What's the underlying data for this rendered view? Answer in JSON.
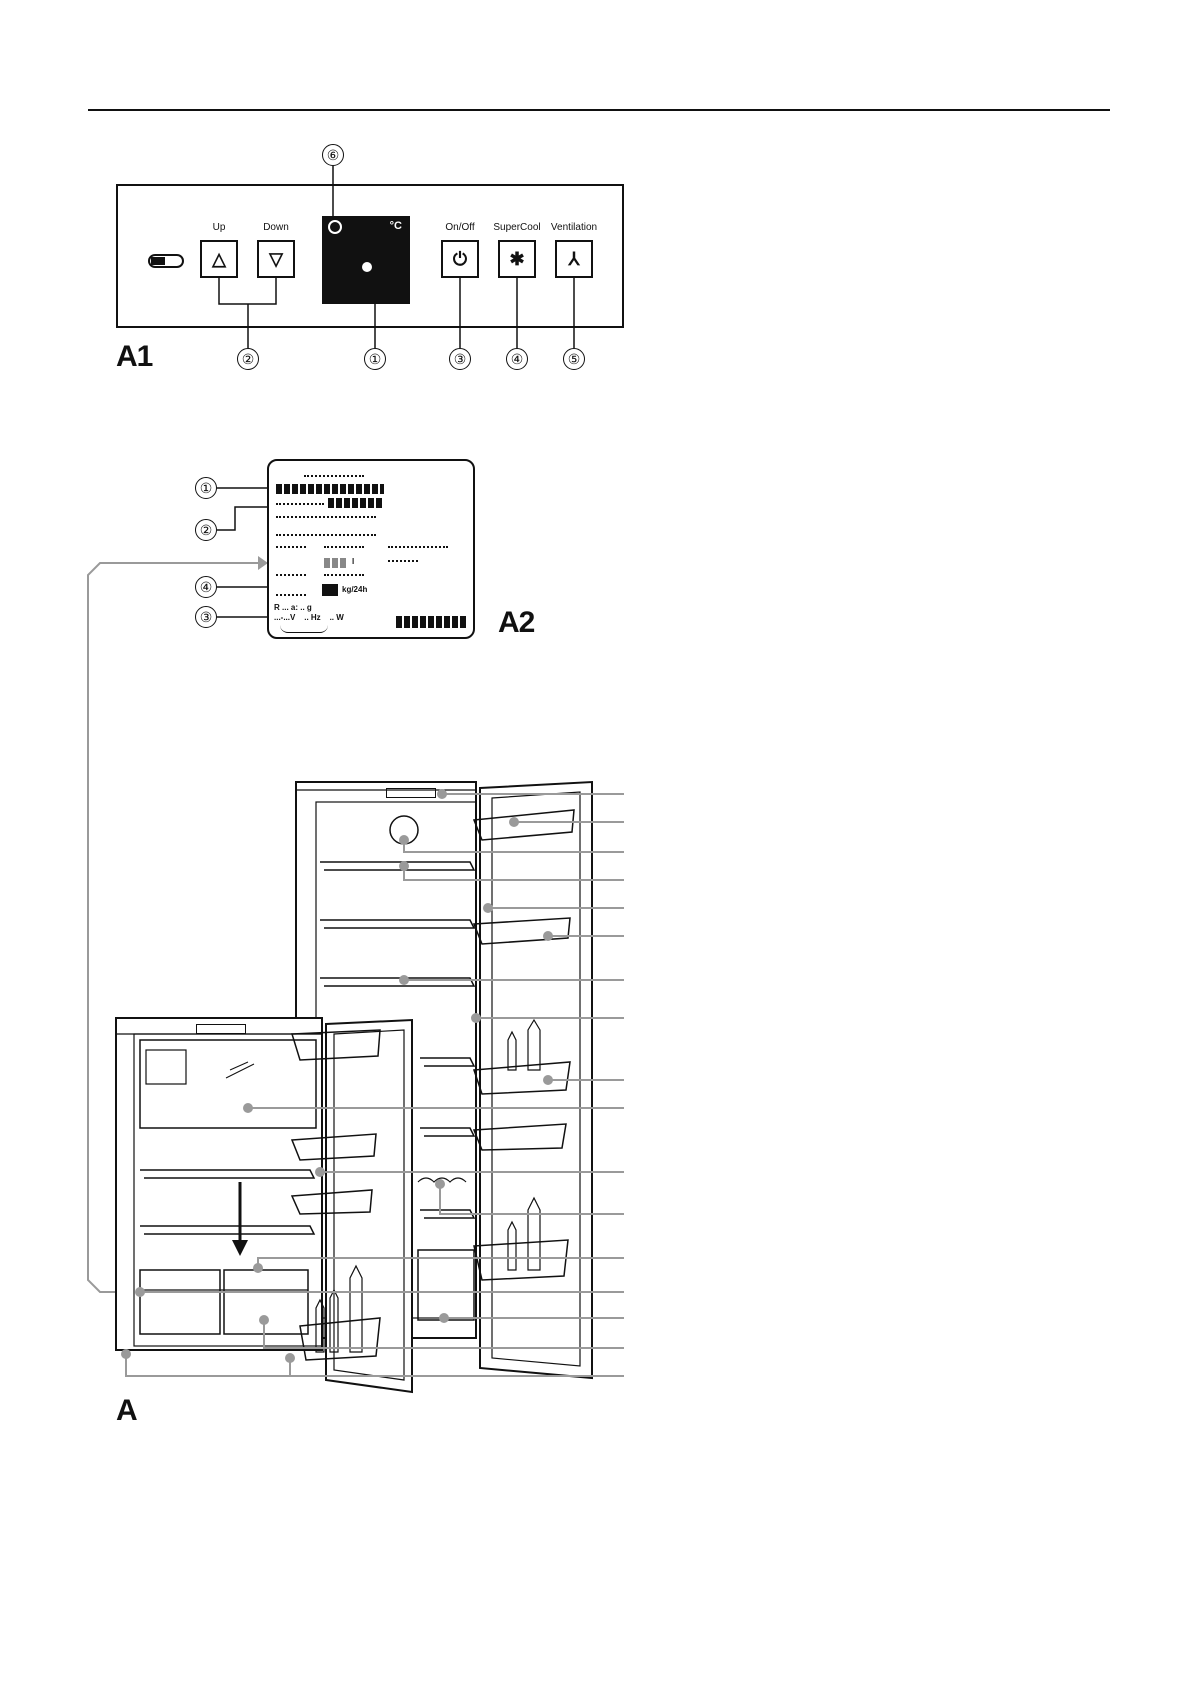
{
  "control_panel": {
    "figure_label": "A1",
    "buttons": [
      {
        "label": "Up",
        "symbol": "△"
      },
      {
        "label": "Down",
        "symbol": "▽"
      },
      {
        "label": "On/Off",
        "symbol": "⏻"
      },
      {
        "label": "SuperCool",
        "symbol": "✱"
      },
      {
        "label": "Ventilation",
        "symbol": "⅄"
      }
    ],
    "display_unit": "°C",
    "callouts": [
      "①",
      "②",
      "③",
      "④",
      "⑤",
      "⑥"
    ]
  },
  "rating_plate": {
    "figure_label": "A2",
    "callouts": [
      "①",
      "②",
      "④",
      "③"
    ],
    "capacity_unit": "l",
    "freeze_unit": "kg/24h",
    "refrigerant_text": "R ... a: .. g",
    "electrical_text": "...-...V    .. Hz    .. W"
  },
  "appliance": {
    "figure_label": "A"
  }
}
